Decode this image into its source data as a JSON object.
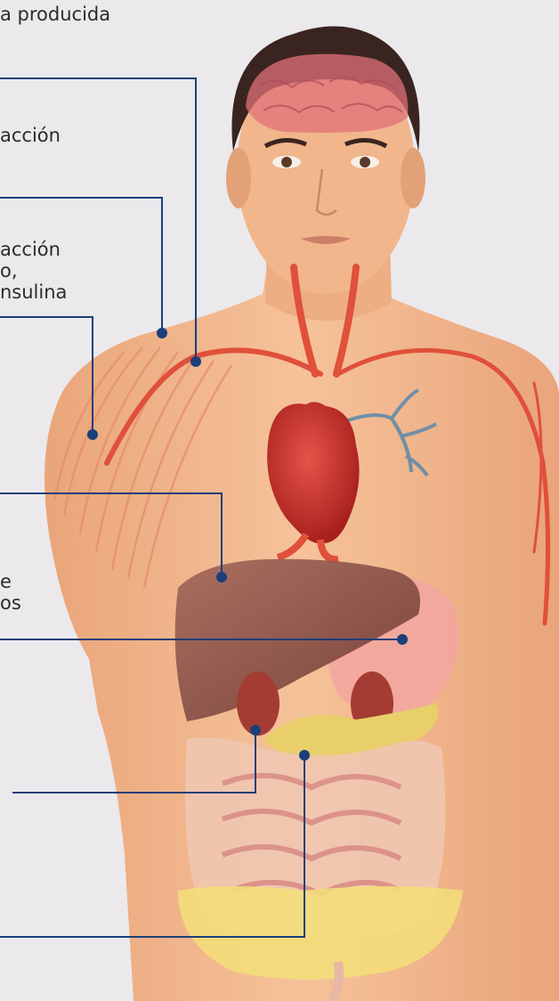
{
  "labels": [
    {
      "id": "brain",
      "lines": [
        "a producida"
      ]
    },
    {
      "id": "arteries",
      "lines": [
        "acción"
      ]
    },
    {
      "id": "muscle",
      "lines": [
        "acción",
        "o,",
        "nsulina"
      ]
    },
    {
      "id": "stomach",
      "lines": [
        "e",
        "os"
      ]
    }
  ],
  "colors": {
    "background": "#ebe9ec",
    "leader_line": "#1b3f7a",
    "skin": "#f2b98c",
    "vessel": "#e0503a",
    "heart": "#c8302a",
    "liver": "#8a5046",
    "fat": "#f3dd7a"
  }
}
